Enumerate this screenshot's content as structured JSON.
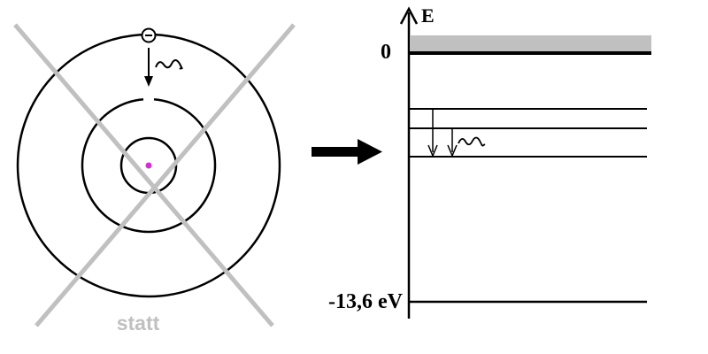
{
  "labels": {
    "energy_axis": "E",
    "zero_level": "0",
    "ground_level": "-13,6 eV",
    "crossed_out": "statt",
    "electron_sign": "−"
  },
  "icons": {
    "transition_arrow": "thick-right-arrow-icon",
    "photon": "wavy-photon-icon",
    "nucleus": "nucleus-dot-icon",
    "electron": "electron-icon"
  },
  "colors": {
    "line": "#000000",
    "cross": "#c0c0c0",
    "continuum": "#c0c0c0",
    "nucleus": "#cc33cc",
    "statt_text": "#c0c0c0"
  }
}
